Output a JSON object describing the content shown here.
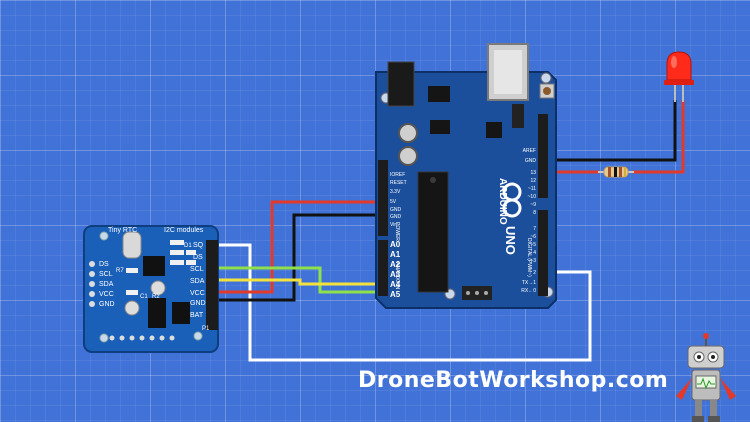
{
  "rtc": {
    "title_left": "Tiny RTC",
    "title_right": "I2C modules",
    "pins_right": [
      "SQ",
      "DS",
      "SCL",
      "SDA",
      "VCC",
      "GND",
      "BAT"
    ],
    "pins_left": [
      "DS",
      "SCL",
      "SDA",
      "VCC",
      "GND"
    ],
    "components": [
      "D1",
      "R7",
      "C1",
      "R2",
      "P1"
    ]
  },
  "arduino": {
    "brand": "ARDUINO",
    "model": "UNO",
    "power_label": "POWER",
    "power_pins": [
      "IOREF",
      "RESET",
      "3.3V",
      "5V",
      "GND",
      "GND",
      "Vin"
    ],
    "analog_pins": [
      "A0",
      "A1",
      "A2",
      "A3",
      "A4",
      "A5"
    ],
    "analog_label": "ANALOG IN",
    "digital_top": [
      "AREF",
      "GND",
      "13",
      "12",
      "~11",
      "~10",
      "~9",
      "8"
    ],
    "digital_bottom": [
      "7",
      "~6",
      "~5",
      "4",
      "~3",
      "2",
      "TX→1",
      "RX←0"
    ],
    "digital_label": "DIGITAL (PWM~)"
  },
  "brand": {
    "text": "DroneBotWorkshop.com"
  },
  "colors": {
    "wire_red": "#e23a2a",
    "wire_black": "#111111",
    "wire_white": "#ffffff",
    "wire_yellow": "#f2e23b",
    "wire_green": "#8fe04a",
    "led": "#ff2a1a",
    "board": "#1b4f9c",
    "rtc_board": "#1a5fb8"
  }
}
